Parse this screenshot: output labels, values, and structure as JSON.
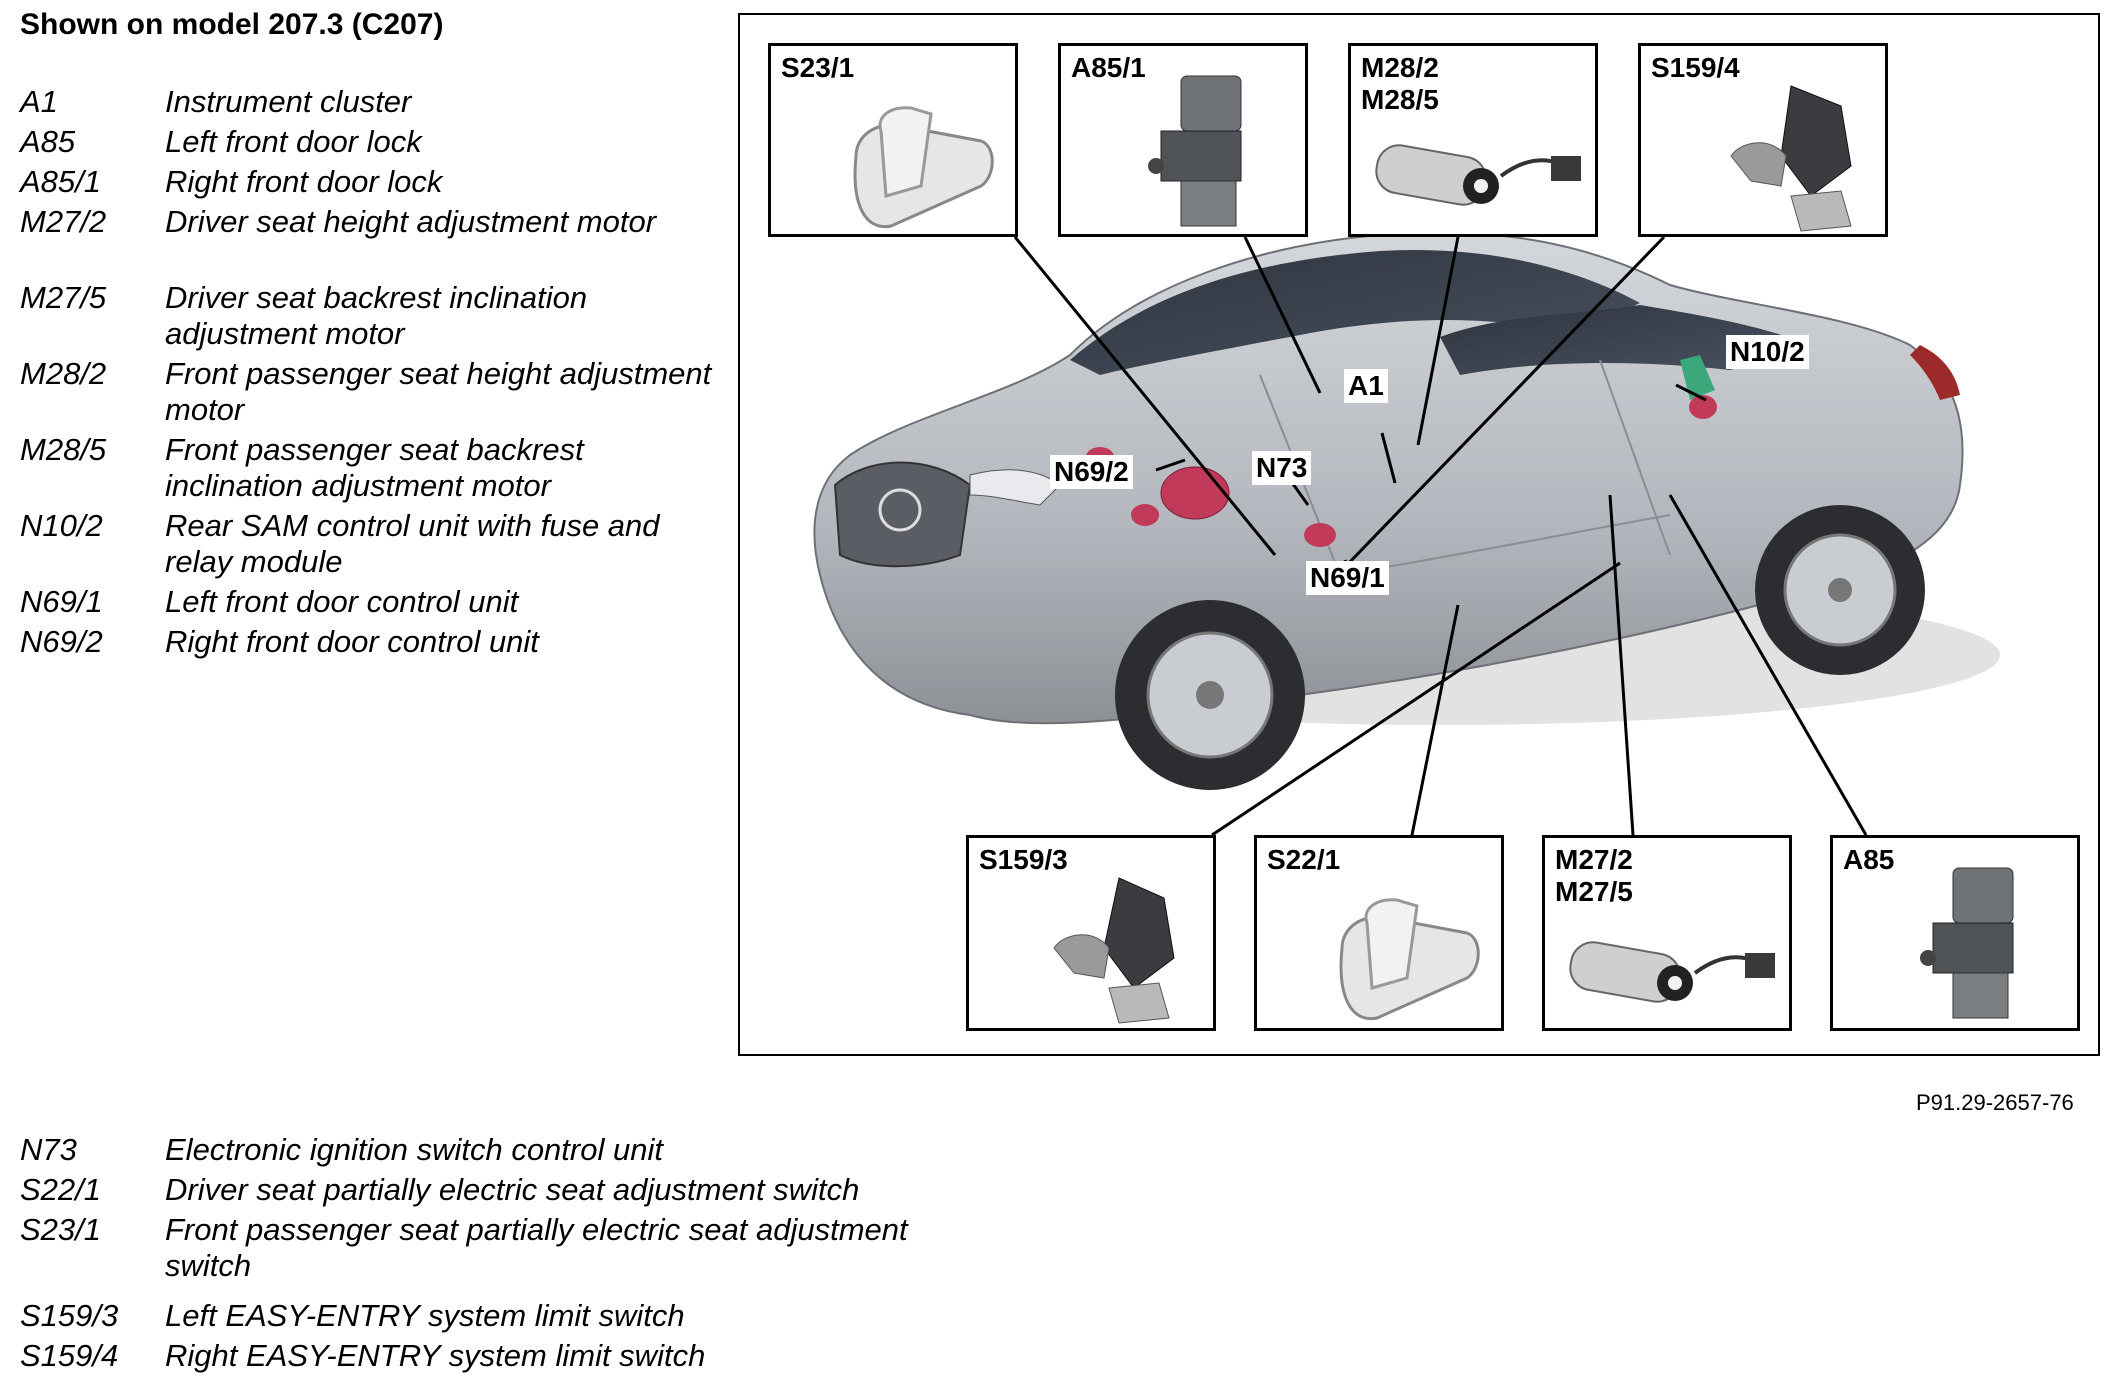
{
  "header": {
    "title": "Shown on model 207.3 (C207)"
  },
  "legend_top": [
    {
      "code": "A1",
      "desc": "Instrument cluster"
    },
    {
      "code": "A85",
      "desc": "Left front door lock"
    },
    {
      "code": "A85/1",
      "desc": "Right front door lock"
    },
    {
      "code": "M27/2",
      "desc": "Driver seat height adjustment motor"
    },
    {
      "code": "M27/5",
      "desc": "Driver seat backrest inclination adjustment motor"
    },
    {
      "code": "M28/2",
      "desc": "Front passenger seat height adjustment motor"
    },
    {
      "code": "M28/5",
      "desc": "Front passenger seat backrest inclination adjustment motor"
    },
    {
      "code": "N10/2",
      "desc": "Rear SAM control unit with fuse and relay module"
    },
    {
      "code": "N69/1",
      "desc": "Left front door control unit"
    },
    {
      "code": "N69/2",
      "desc": "Right front door control unit"
    }
  ],
  "legend_bottom": [
    {
      "code": "N73",
      "desc": "Electronic ignition switch control unit"
    },
    {
      "code": "S22/1",
      "desc": "Driver seat partially electric seat adjustment switch"
    },
    {
      "code": "S23/1",
      "desc": "Front passenger seat partially electric seat adjustment switch"
    },
    {
      "code": "S159/3",
      "desc": "Left EASY-ENTRY system limit switch"
    },
    {
      "code": "S159/4",
      "desc": "Right EASY-ENTRY system limit switch"
    }
  ],
  "diagram": {
    "boxes_top": [
      {
        "label": "S23/1",
        "icon": "seat-switch-icon"
      },
      {
        "label": "A85/1",
        "icon": "door-lock-icon"
      },
      {
        "label": "M28/2\nM28/5",
        "icon": "motor-icon"
      },
      {
        "label": "S159/4",
        "icon": "limit-switch-icon"
      }
    ],
    "boxes_bottom": [
      {
        "label": "S159/3",
        "icon": "limit-switch-icon"
      },
      {
        "label": "S22/1",
        "icon": "seat-switch-icon"
      },
      {
        "label": "M27/2\nM27/5",
        "icon": "motor-icon"
      },
      {
        "label": "A85",
        "icon": "door-lock-icon"
      }
    ],
    "callouts": {
      "a1": "A1",
      "n10_2": "N10/2",
      "n69_2": "N69/2",
      "n73": "N73",
      "n69_1": "N69/1"
    },
    "vehicle": "car-illustration",
    "colors": {
      "car_body": "#b8bcc2",
      "component_highlight": "#c23a5a",
      "rear_sam": "#3aa87a"
    }
  },
  "figure_ref": "P91.29-2657-76"
}
